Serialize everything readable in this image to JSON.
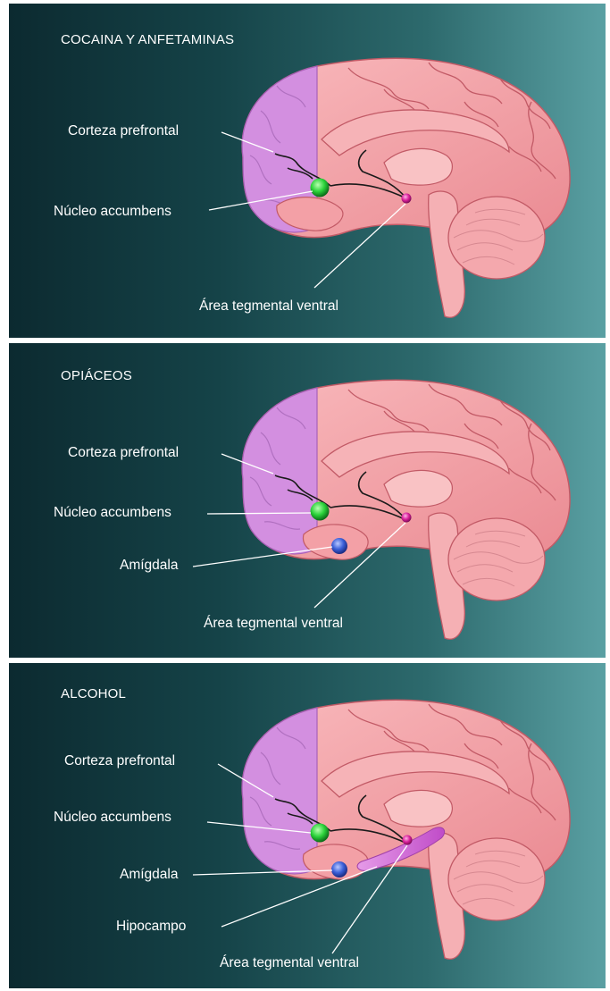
{
  "panels": [
    {
      "title": "COCAINA Y ANFETAMINAS",
      "labels": {
        "prefrontal": "Corteza prefrontal",
        "accumbens": "Núcleo accumbens",
        "vta": "Área tegmental ventral"
      }
    },
    {
      "title": "OPIÁCEOS",
      "labels": {
        "prefrontal": "Corteza prefrontal",
        "accumbens": "Núcleo accumbens",
        "amygdala": "Amígdala",
        "vta": "Área tegmental ventral"
      }
    },
    {
      "title": "ALCOHOL",
      "labels": {
        "prefrontal": "Corteza prefrontal",
        "accumbens": "Núcleo accumbens",
        "amygdala": "Amígdala",
        "hippocampus": "Hipocampo",
        "vta": "Área tegmental ventral"
      }
    }
  ],
  "colors": {
    "background_dark": "#0c2a30",
    "background_light": "#5aa0a3",
    "brain": "#f4a3a8",
    "prefrontal": "#d38fe0",
    "accumbens": "#2bd23a",
    "amygdala": "#3b5fd8",
    "vta": "#d8209a",
    "hippocampus": "#d060d8"
  }
}
